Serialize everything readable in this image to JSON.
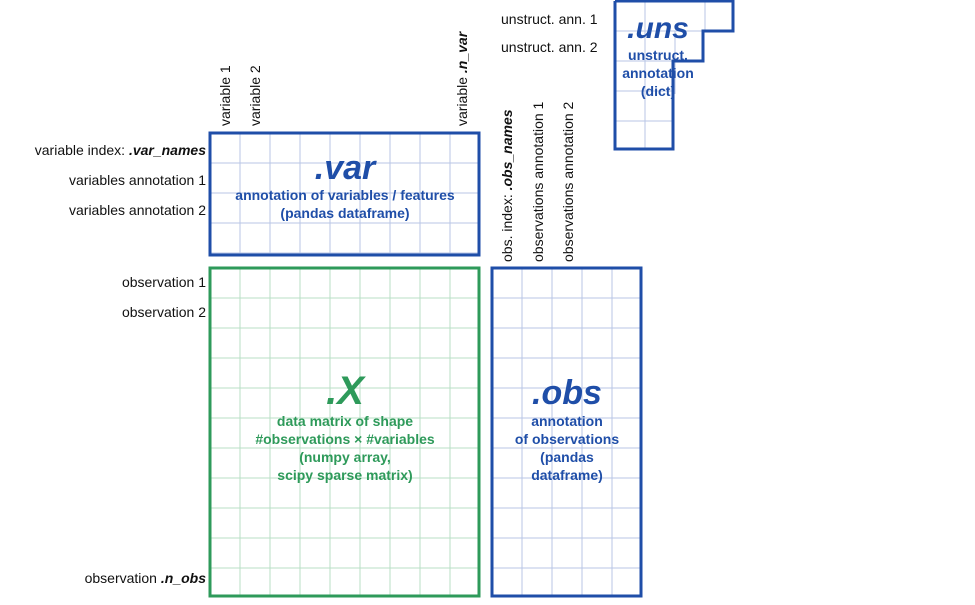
{
  "colors": {
    "blue": "#1f4ea8",
    "green": "#2e9a5a",
    "blue_grid": "#b8c6e6",
    "green_grid": "#b9dfc6"
  },
  "top_left_labels": {
    "uns1": "unstruct. ann. 1",
    "uns2": "unstruct. ann. 2"
  },
  "var_columns": {
    "v1": "variable 1",
    "v2": "variable 2",
    "vn_prefix": "variable ",
    "vn_bold": ".n_var"
  },
  "obs_columns": {
    "idx_prefix": "obs. index: ",
    "idx_bold": "obs_names",
    "a1": "observations annotation 1",
    "a2": "observations annotation 2"
  },
  "var_rows": {
    "index_prefix": "variable index: ",
    "index_bold": ".var_names",
    "a1": "variables annotation 1",
    "a2": "variables annotation 2"
  },
  "obs_rows": {
    "o1": "observation 1",
    "o2": "observation 2",
    "on_prefix": "observation ",
    "on_bold": ".n_obs"
  },
  "var_box": {
    "title": ".var",
    "line1": "annotation of variables / features",
    "line2": "(pandas dataframe)"
  },
  "x_box": {
    "title": ".X",
    "line1": "data matrix of shape",
    "line2": "#observations × #variables",
    "line3": "(numpy array,",
    "line4": "scipy sparse matrix)"
  },
  "obs_box": {
    "title": ".obs",
    "line1": "annotation",
    "line2": "of observations",
    "line3": "(pandas",
    "line4": "dataframe)"
  },
  "uns_box": {
    "title": ".uns",
    "line1": "unstruct.",
    "line2": "annotation",
    "line3": "(dict)"
  }
}
